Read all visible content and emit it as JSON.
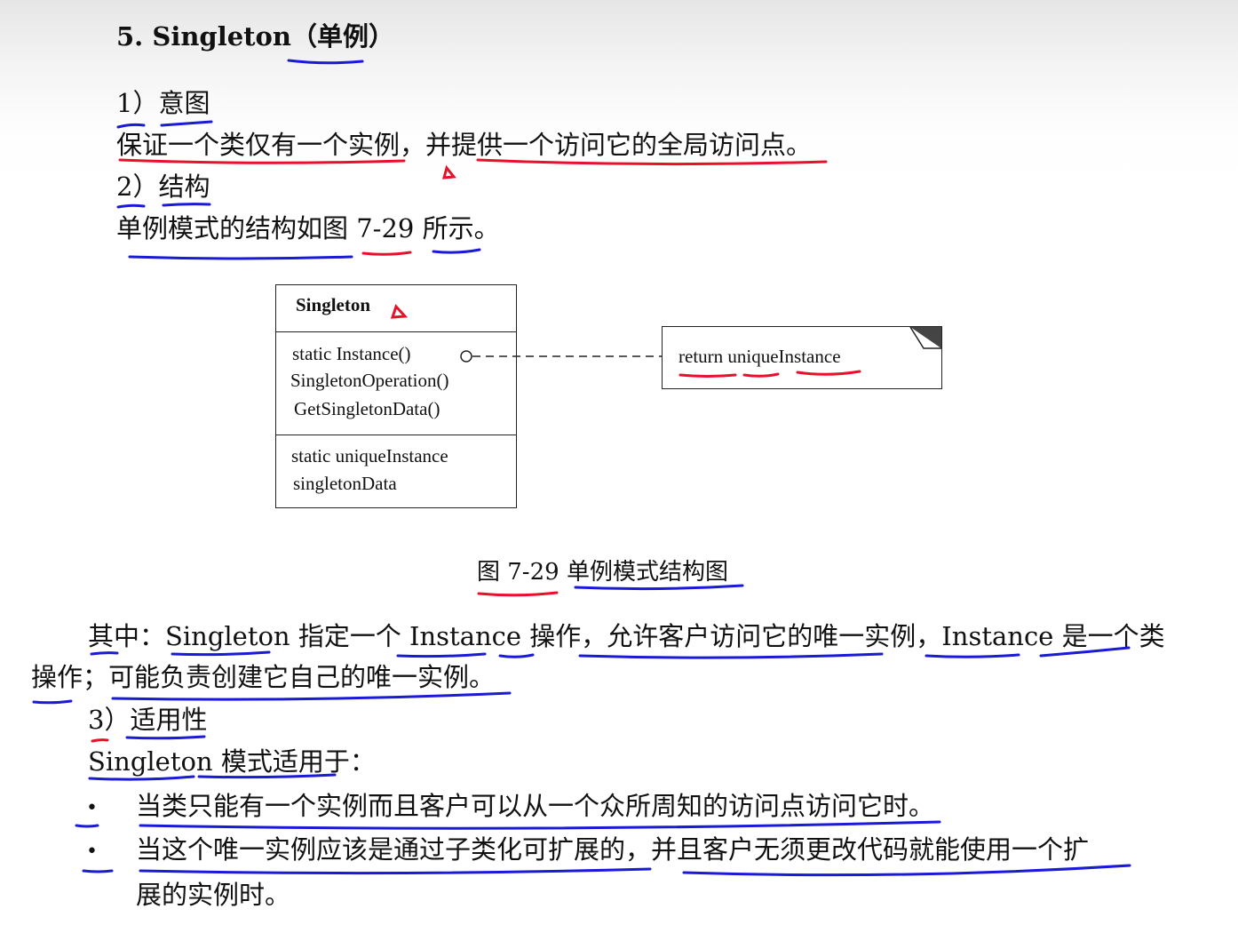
{
  "heading": "5. Singleton（单例）",
  "sections": {
    "intent_title": "1）意图",
    "intent_text": "保证一个类仅有一个实例，并提供一个访问它的全局访问点。",
    "structure_title": "2）结构",
    "structure_text": "单例模式的结构如图 7-29 所示。",
    "applicability_title": "3）适用性",
    "applicability_intro": "Singleton 模式适用于：",
    "description_line1": "其中：Singleton 指定一个 Instance 操作，允许客户访问它的唯一实例，Instance 是一个类",
    "description_line2": "操作；可能负责创建它自己的唯一实例。",
    "bullets": [
      {
        "marker": "•",
        "text": "当类只能有一个实例而且客户可以从一个众所周知的访问点访问它时。"
      },
      {
        "marker": "•",
        "text": "当这个唯一实例应该是通过子类化可扩展的，并且客户无须更改代码就能使用一个扩",
        "text2": "展的实例时。"
      }
    ]
  },
  "diagram": {
    "class_name": "Singleton",
    "operations": [
      "static Instance()",
      "SingletonOperation()",
      "GetSingletonData()"
    ],
    "attributes": [
      "static uniqueInstance",
      "singletonData"
    ],
    "note": "return uniqueInstance",
    "caption": "图 7-29   单例模式结构图"
  },
  "annotations": {
    "ink_red": "#e8102a",
    "ink_blue": "#1a1ad8",
    "triangle_marks": [
      "△",
      "△"
    ]
  }
}
